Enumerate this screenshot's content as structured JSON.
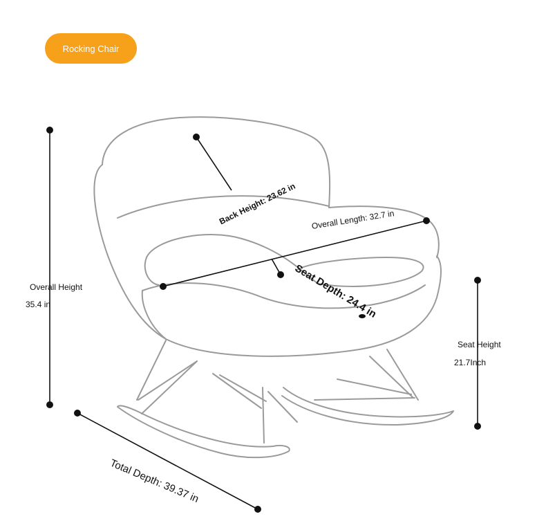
{
  "product_tag": {
    "label": "Rocking Chair",
    "color": "#F7A11A"
  },
  "dimensions": {
    "overall_height": {
      "label": "Overall Height",
      "value": "35.4 in"
    },
    "back_height": {
      "text": "Back Height: 23.62 in"
    },
    "overall_length": {
      "text": "Overall Length: 32.7 in"
    },
    "seat_depth": {
      "text": "Seat Depth: 24.4 in"
    },
    "seat_height": {
      "label": "Seat Height",
      "value": "21.7Inch"
    },
    "total_depth": {
      "text": "Total Depth: 39.37 in"
    }
  },
  "colors": {
    "sketch": "#9a9a9a",
    "measure": "#111111"
  }
}
